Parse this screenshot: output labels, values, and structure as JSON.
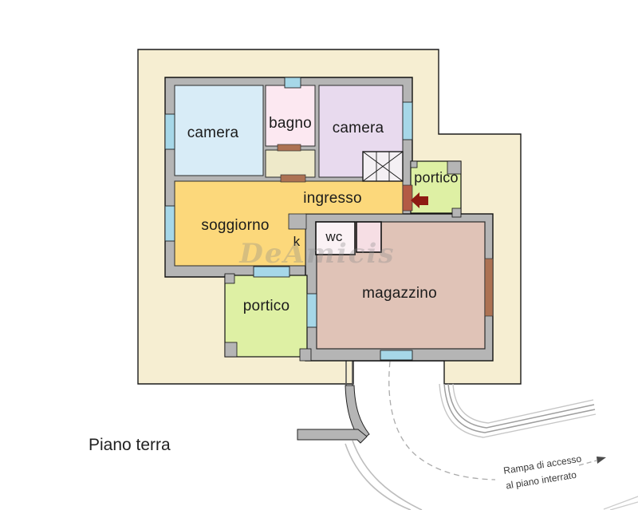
{
  "floor_title": {
    "text": "Piano terra"
  },
  "watermark": {
    "text": "DeAmicis"
  },
  "ramp_note": {
    "line1": "Rampa di accesso",
    "line2": "al piano interrato"
  },
  "rooms": {
    "camera1": {
      "label": "camera",
      "color": "#d8ecf7"
    },
    "bagno": {
      "label": "bagno",
      "color": "#fce8f1"
    },
    "camera2": {
      "label": "camera",
      "color": "#e8daee"
    },
    "soggiorno": {
      "label": "soggiorno",
      "color": "#fcd87b"
    },
    "ingresso": {
      "label": "ingresso"
    },
    "kitchen": {
      "label": "k"
    },
    "wc": {
      "label": "wc",
      "color": "#fbf2f5"
    },
    "anti_wc": {
      "color": "#f6dee4"
    },
    "disimpegno": {
      "color": "#eee9c9"
    },
    "magazzino": {
      "label": "magazzino",
      "color": "#e0c3b7"
    },
    "portico_upper": {
      "label": "portico",
      "color": "#def0a4"
    },
    "portico_lower": {
      "label": "portico",
      "color": "#def0a4"
    }
  },
  "palette": {
    "lot": "#f6eed2",
    "wall": "#b5b5b5",
    "window": "#a6d7e8",
    "door": "#ad7253",
    "entrance_door": "#b35a45",
    "arrow": "#8e1b12",
    "stairs": "#f4f0f4",
    "ramp_line_light": "#c6c6c6",
    "ramp_line_dark": "#9e9e9e"
  }
}
